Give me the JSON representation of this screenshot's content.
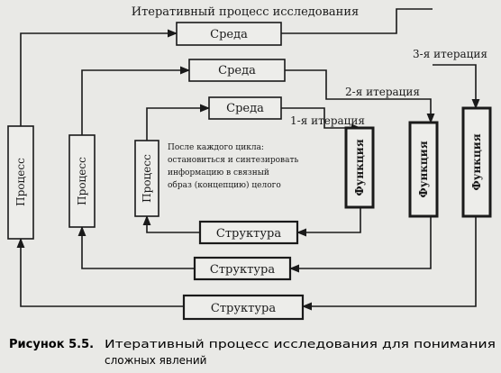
{
  "diagram": {
    "title": "Итеративный процесс исследования",
    "iterations": {
      "first": "1-я итерация",
      "second": "2-я итерация",
      "third": "3-я итерация"
    },
    "env_label": "Среда",
    "process_label": "Процесс",
    "function_label": "Функция",
    "structure_label": "Структура",
    "note_lines": [
      "После каждого цикла:",
      "остановиться и синтезировать",
      "информацию в связный",
      "образ (концепцию) целого"
    ]
  },
  "caption": {
    "label": "Рисунок 5.5.",
    "text_line1": "Итеративный процесс исследования для понимания",
    "text_line2": "сложных явлений"
  }
}
